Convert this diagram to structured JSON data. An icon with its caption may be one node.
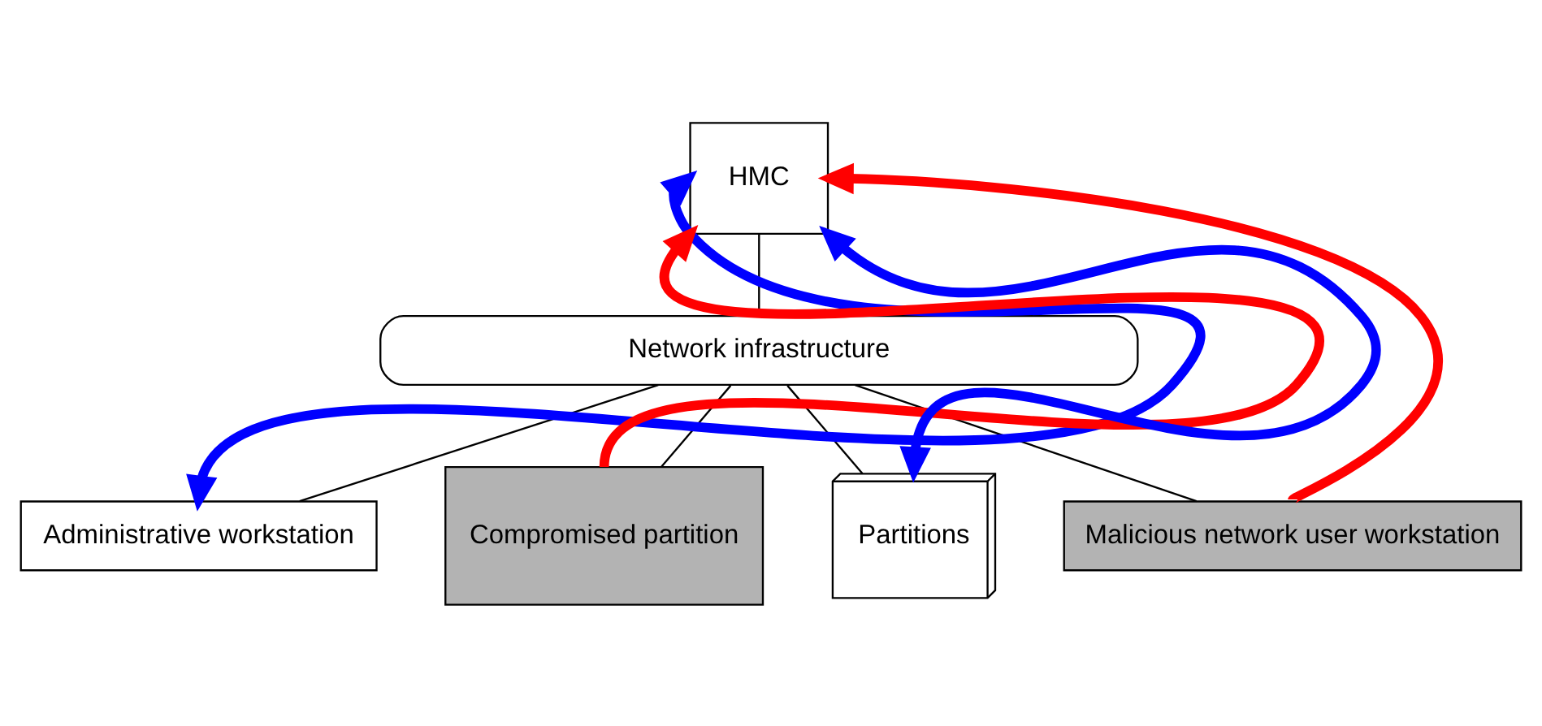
{
  "diagram": {
    "nodes": [
      {
        "text": [
          "HMC"
        ]
      },
      {
        "text": [
          "Network infrastructure"
        ]
      },
      {
        "text": [
          "Administrative workstation"
        ]
      },
      {
        "text": [
          "Compromised partition"
        ]
      },
      {
        "text": [
          "Partitions"
        ]
      },
      {
        "text": [
          "Malicious network user workstation"
        ]
      }
    ],
    "edges": [
      {
        "from": 0,
        "to": 1,
        "arrow": "none"
      },
      {
        "from": 1,
        "to": 2,
        "arrow": "none"
      },
      {
        "from": 1,
        "to": 3,
        "arrow": "none"
      },
      {
        "from": 1,
        "to": 4,
        "arrow": "none"
      },
      {
        "from": 1,
        "to": 5,
        "arrow": "none"
      },
      {
        "from": 2,
        "to": 0,
        "arrow": "both",
        "style": "thick",
        "color": "#0000ff"
      },
      {
        "from": 3,
        "to": 0,
        "arrow": "to",
        "style": "thick",
        "color": "#ff0000"
      },
      {
        "from": 4,
        "to": 0,
        "arrow": "both",
        "style": "thick",
        "color": "#0000ff"
      },
      {
        "from": 5,
        "to": 0,
        "arrow": "to",
        "style": "thick",
        "color": "#ff0000"
      }
    ]
  }
}
